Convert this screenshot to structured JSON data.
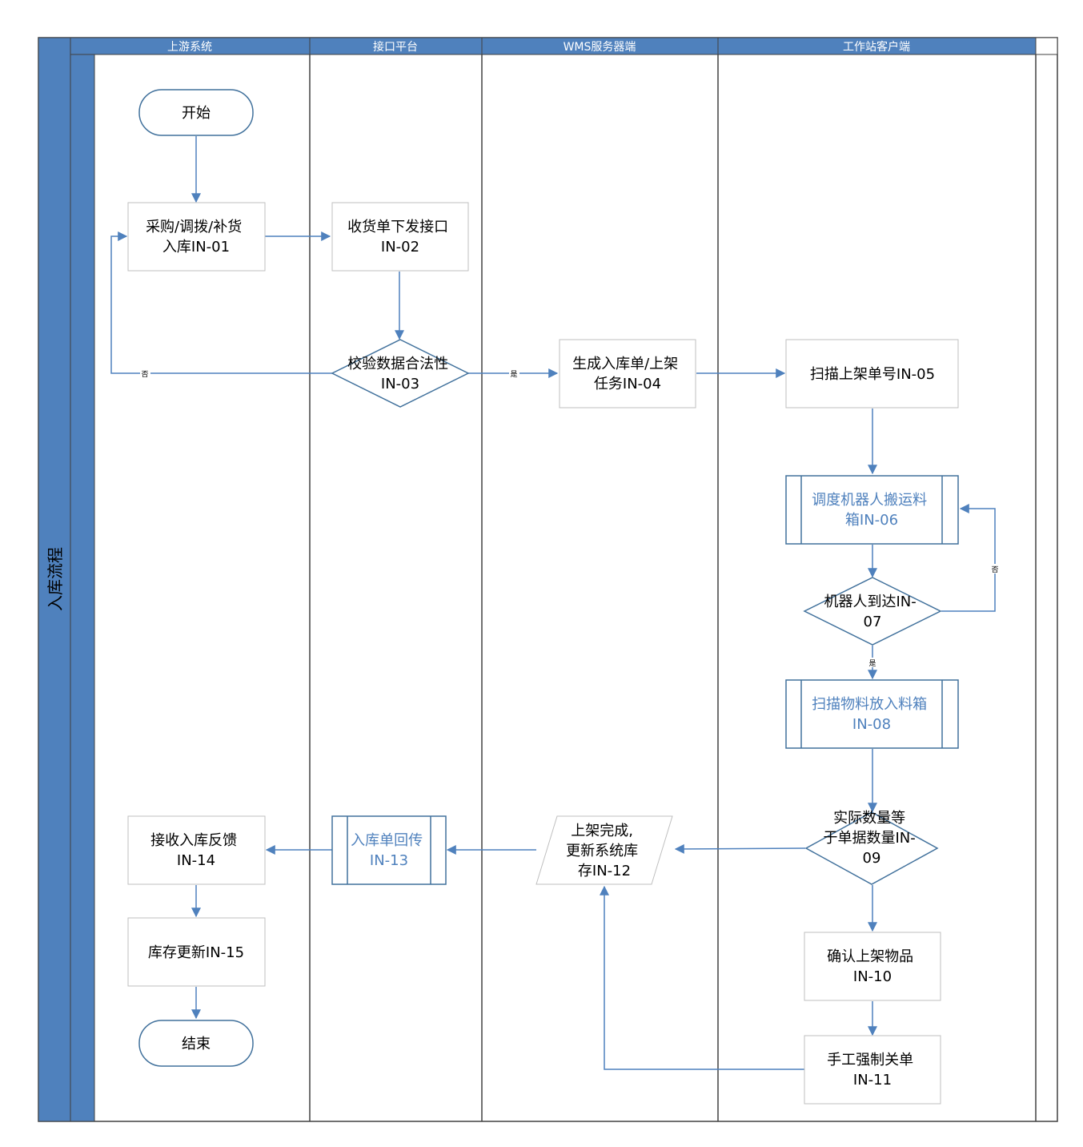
{
  "pool": {
    "title": "入库流程"
  },
  "lanes": [
    {
      "label": "上游系统"
    },
    {
      "label": "接口平台"
    },
    {
      "label": "WMS服务器端"
    },
    {
      "label": "工作站客户端"
    }
  ],
  "nodes": {
    "start": {
      "lines": [
        "开始"
      ]
    },
    "in01": {
      "lines": [
        "采购/调拨/补货",
        "入库IN-01"
      ]
    },
    "in02": {
      "lines": [
        "收货单下发接口",
        "IN-02"
      ]
    },
    "in03": {
      "lines": [
        "校验数据合法性",
        "IN-03"
      ]
    },
    "in04": {
      "lines": [
        "生成入库单/上架",
        "任务IN-04"
      ]
    },
    "in05": {
      "lines": [
        "扫描上架单号IN-05"
      ]
    },
    "in06": {
      "lines": [
        "调度机器人搬运料",
        "箱IN-06"
      ]
    },
    "in07": {
      "lines": [
        "机器人到达IN-",
        "07"
      ]
    },
    "in08": {
      "lines": [
        "扫描物料放入料箱",
        "IN-08"
      ]
    },
    "in09": {
      "lines": [
        "实际数量等",
        "于单据数量IN-",
        "09"
      ]
    },
    "in10": {
      "lines": [
        "确认上架物品",
        "IN-10"
      ]
    },
    "in11": {
      "lines": [
        "手工强制关单",
        "IN-11"
      ]
    },
    "in12": {
      "lines": [
        "上架完成,",
        "更新系统库",
        "存IN-12"
      ]
    },
    "in13": {
      "lines": [
        "入库单回传",
        "IN-13"
      ]
    },
    "in14": {
      "lines": [
        "接收入库反馈",
        "IN-14"
      ]
    },
    "in15": {
      "lines": [
        "库存更新IN-15"
      ]
    },
    "end": {
      "lines": [
        "结束"
      ]
    }
  },
  "edge_labels": {
    "no_in03": "否",
    "yes_in03": "是",
    "no_in07": "否",
    "yes_in07": "是"
  },
  "colors": {
    "lane_header": "#4f81bd",
    "flow": "#4f81bd",
    "node_border_blue": "#41719c",
    "node_border_gray": "#bfbfbf",
    "lane_line": "#404040"
  }
}
